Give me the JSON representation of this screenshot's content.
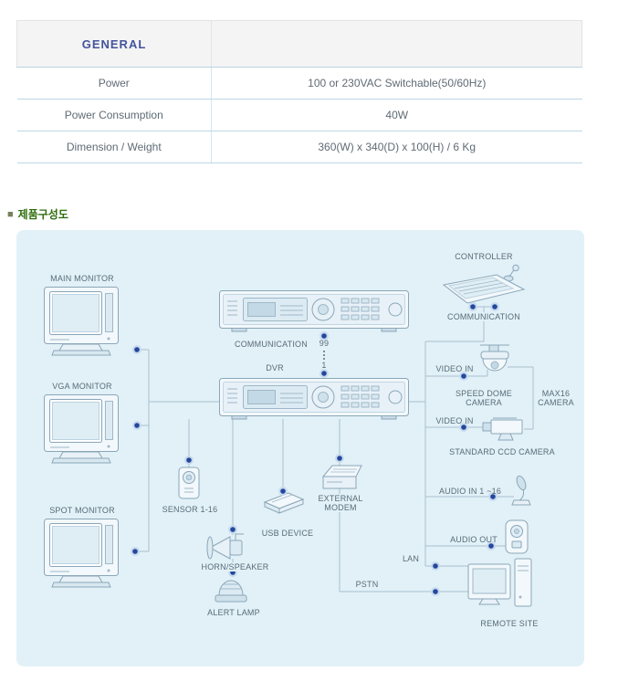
{
  "spec_table": {
    "header": {
      "title": "GENERAL"
    },
    "rows": [
      {
        "label": "Power",
        "value": "100 or 230VAC Switchable(50/60Hz)"
      },
      {
        "label": "Power Consumption",
        "value": "40W"
      },
      {
        "label": "Dimension / Weight",
        "value": "360(W) x 340(D) x 100(H) / 6 Kg"
      }
    ]
  },
  "section": {
    "bullet": "■",
    "title": "제품구성도"
  },
  "diagram": {
    "labels": {
      "main_monitor": "MAIN MONITOR",
      "vga_monitor": "VGA MONITOR",
      "spot_monitor": "SPOT MONITOR",
      "communication_left": "COMMUNICATION",
      "dvr": "DVR",
      "cascade_high": "99",
      "cascade_low": "1",
      "controller": "CONTROLLER",
      "communication_right": "COMMUNICATION",
      "video_in_top": "VIDEO IN",
      "speed_dome_camera": "SPEED DOME\nCAMERA",
      "max16_camera": "MAX16\nCAMERA",
      "video_in_bottom": "VIDEO IN",
      "standard_ccd_camera": "STANDARD CCD CAMERA",
      "sensor": "SENSOR 1-16",
      "usb_device": "USB DEVICE",
      "external_modem": "EXTERNAL\nMODEM",
      "audio_in": "AUDIO IN 1 ~16",
      "audio_out": "AUDIO OUT",
      "horn_speaker": "HORN/SPEAKER",
      "alert_lamp": "ALERT LAMP",
      "lan": "LAN",
      "pstn": "PSTN",
      "remote_site": "REMOTE SITE"
    },
    "colors": {
      "panel_background": "#e1f1f7",
      "connection_line": "#a9c0cf",
      "device_stroke": "#8ba6b9",
      "connection_dot": "#24489b",
      "dot_halo": "#c7d8ee",
      "label_text": "#5a6b79",
      "table_header_text": "#44549b",
      "section_title_text": "#2f6e0e"
    }
  }
}
